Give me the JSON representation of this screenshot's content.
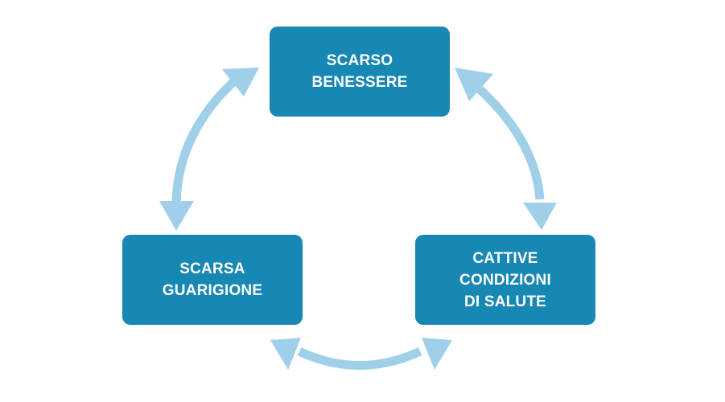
{
  "colors": {
    "box_fill": "#1787b3",
    "box_text": "#ffffff",
    "arrow": "#a0d0e9",
    "background": "#ffffff"
  },
  "nodes": {
    "top": {
      "lines": [
        "SCARSO",
        "BENESSERE"
      ]
    },
    "right": {
      "lines": [
        "CATTIVE",
        "CONDIZIONI",
        "DI SALUTE"
      ]
    },
    "left": {
      "lines": [
        "SCARSA",
        "GUARIGIONE"
      ]
    }
  },
  "arrows": [
    {
      "from": "top",
      "to": "right",
      "direction": "bidirectional"
    },
    {
      "from": "right",
      "to": "left",
      "direction": "bidirectional"
    },
    {
      "from": "left",
      "to": "top",
      "direction": "bidirectional"
    }
  ]
}
